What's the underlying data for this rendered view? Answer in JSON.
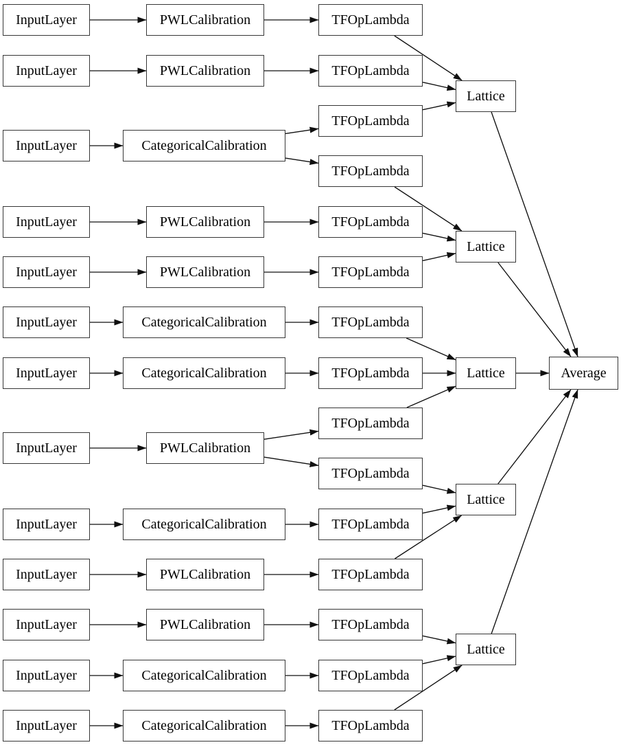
{
  "colors": {
    "background": "#ffffff",
    "node_border": "#363636",
    "edge": "#101010",
    "text": "#000000"
  },
  "nodes": [
    {
      "id": "in1",
      "label": "InputLayer"
    },
    {
      "id": "in2",
      "label": "InputLayer"
    },
    {
      "id": "in3",
      "label": "InputLayer"
    },
    {
      "id": "in4",
      "label": "InputLayer"
    },
    {
      "id": "in5",
      "label": "InputLayer"
    },
    {
      "id": "in6",
      "label": "InputLayer"
    },
    {
      "id": "in7",
      "label": "InputLayer"
    },
    {
      "id": "in8",
      "label": "InputLayer"
    },
    {
      "id": "in9",
      "label": "InputLayer"
    },
    {
      "id": "in10",
      "label": "InputLayer"
    },
    {
      "id": "in11",
      "label": "InputLayer"
    },
    {
      "id": "in12",
      "label": "InputLayer"
    },
    {
      "id": "in13",
      "label": "InputLayer"
    },
    {
      "id": "cal1",
      "label": "PWLCalibration"
    },
    {
      "id": "cal2",
      "label": "PWLCalibration"
    },
    {
      "id": "cal3",
      "label": "CategoricalCalibration"
    },
    {
      "id": "cal4",
      "label": "PWLCalibration"
    },
    {
      "id": "cal5",
      "label": "PWLCalibration"
    },
    {
      "id": "cal6",
      "label": "CategoricalCalibration"
    },
    {
      "id": "cal7",
      "label": "CategoricalCalibration"
    },
    {
      "id": "cal8",
      "label": "PWLCalibration"
    },
    {
      "id": "cal9",
      "label": "CategoricalCalibration"
    },
    {
      "id": "cal10",
      "label": "PWLCalibration"
    },
    {
      "id": "cal11",
      "label": "PWLCalibration"
    },
    {
      "id": "cal12",
      "label": "CategoricalCalibration"
    },
    {
      "id": "cal13",
      "label": "CategoricalCalibration"
    },
    {
      "id": "tf1",
      "label": "TFOpLambda"
    },
    {
      "id": "tf2",
      "label": "TFOpLambda"
    },
    {
      "id": "tf3",
      "label": "TFOpLambda"
    },
    {
      "id": "tf4",
      "label": "TFOpLambda"
    },
    {
      "id": "tf5",
      "label": "TFOpLambda"
    },
    {
      "id": "tf6",
      "label": "TFOpLambda"
    },
    {
      "id": "tf7",
      "label": "TFOpLambda"
    },
    {
      "id": "tf8",
      "label": "TFOpLambda"
    },
    {
      "id": "tf9",
      "label": "TFOpLambda"
    },
    {
      "id": "tf10",
      "label": "TFOpLambda"
    },
    {
      "id": "tf11",
      "label": "TFOpLambda"
    },
    {
      "id": "tf12",
      "label": "TFOpLambda"
    },
    {
      "id": "tf13",
      "label": "TFOpLambda"
    },
    {
      "id": "tf14",
      "label": "TFOpLambda"
    },
    {
      "id": "tf15",
      "label": "TFOpLambda"
    },
    {
      "id": "lat1",
      "label": "Lattice"
    },
    {
      "id": "lat2",
      "label": "Lattice"
    },
    {
      "id": "lat3",
      "label": "Lattice"
    },
    {
      "id": "lat4",
      "label": "Lattice"
    },
    {
      "id": "lat5",
      "label": "Lattice"
    },
    {
      "id": "avg",
      "label": "Average"
    }
  ],
  "edges": [
    [
      "in1",
      "cal1"
    ],
    [
      "in2",
      "cal2"
    ],
    [
      "in3",
      "cal3"
    ],
    [
      "in4",
      "cal4"
    ],
    [
      "in5",
      "cal5"
    ],
    [
      "in6",
      "cal6"
    ],
    [
      "in7",
      "cal7"
    ],
    [
      "in8",
      "cal8"
    ],
    [
      "in9",
      "cal9"
    ],
    [
      "in10",
      "cal10"
    ],
    [
      "in11",
      "cal11"
    ],
    [
      "in12",
      "cal12"
    ],
    [
      "in13",
      "cal13"
    ],
    [
      "cal1",
      "tf1"
    ],
    [
      "cal2",
      "tf2"
    ],
    [
      "cal3",
      "tf3"
    ],
    [
      "cal3",
      "tf4"
    ],
    [
      "cal4",
      "tf5"
    ],
    [
      "cal5",
      "tf6"
    ],
    [
      "cal6",
      "tf7"
    ],
    [
      "cal7",
      "tf8"
    ],
    [
      "cal8",
      "tf9"
    ],
    [
      "cal8",
      "tf10"
    ],
    [
      "cal9",
      "tf11"
    ],
    [
      "cal10",
      "tf12"
    ],
    [
      "cal11",
      "tf13"
    ],
    [
      "cal12",
      "tf14"
    ],
    [
      "cal13",
      "tf15"
    ],
    [
      "tf1",
      "lat1"
    ],
    [
      "tf2",
      "lat1"
    ],
    [
      "tf3",
      "lat1"
    ],
    [
      "tf4",
      "lat2"
    ],
    [
      "tf5",
      "lat2"
    ],
    [
      "tf6",
      "lat2"
    ],
    [
      "tf7",
      "lat3"
    ],
    [
      "tf8",
      "lat3"
    ],
    [
      "tf9",
      "lat3"
    ],
    [
      "tf10",
      "lat4"
    ],
    [
      "tf11",
      "lat4"
    ],
    [
      "tf12",
      "lat4"
    ],
    [
      "tf13",
      "lat5"
    ],
    [
      "tf14",
      "lat5"
    ],
    [
      "tf15",
      "lat5"
    ],
    [
      "lat1",
      "avg"
    ],
    [
      "lat2",
      "avg"
    ],
    [
      "lat3",
      "avg"
    ],
    [
      "lat4",
      "avg"
    ],
    [
      "lat5",
      "avg"
    ]
  ]
}
